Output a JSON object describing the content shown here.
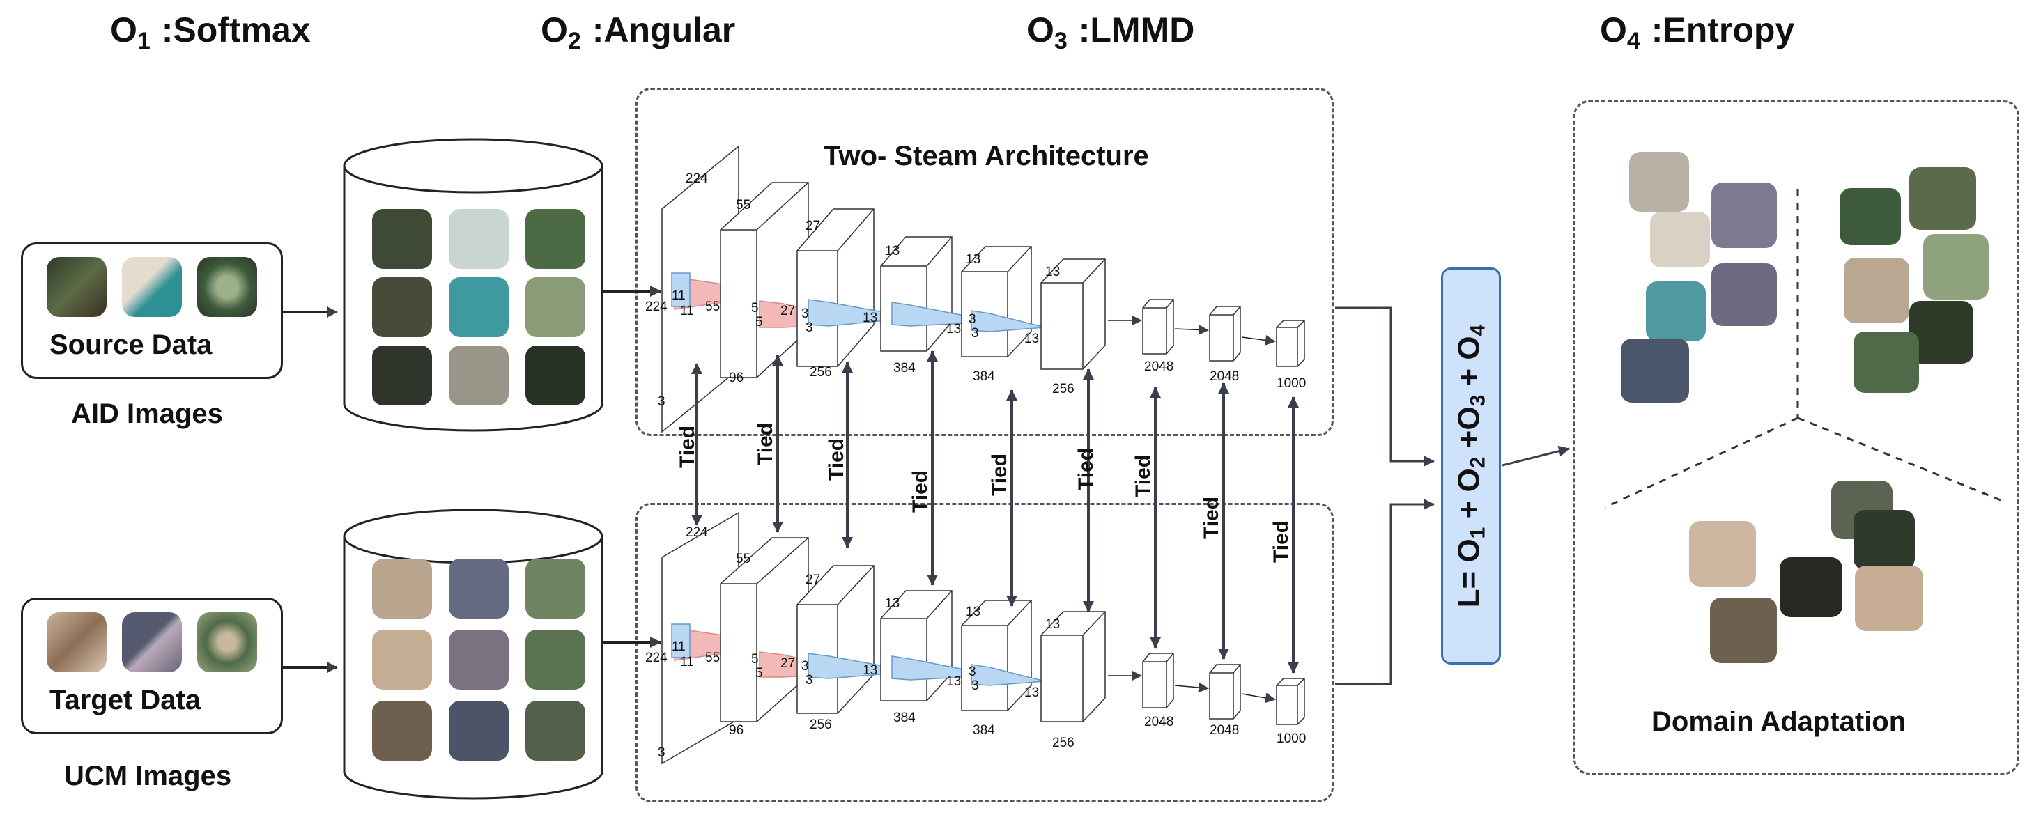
{
  "objectives": [
    {
      "o": "O",
      "sub": "1",
      "name": " :Softmax"
    },
    {
      "o": "O",
      "sub": "2",
      "name": " :Angular"
    },
    {
      "o": "O",
      "sub": "3",
      "name": " :LMMD"
    },
    {
      "o": "O",
      "sub": "4",
      "name": " :Entropy"
    }
  ],
  "source": {
    "box_label": "Source Data",
    "caption": "AID Images"
  },
  "target": {
    "box_label": "Target Data",
    "caption": "UCM Images"
  },
  "architecture": {
    "title": "Two- Steam  Architecture"
  },
  "network_labels": {
    "input_top": "224",
    "input_side": "224",
    "input_depth": "3",
    "k1a": "11",
    "k1b": "11",
    "k1c": "55",
    "c1_top": "55",
    "c1_depth": "96",
    "k2a": "5",
    "k2b": "5",
    "k2c": "27",
    "c2_top": "27",
    "c2_depth": "256",
    "k3a": "3",
    "k3b": "3",
    "k3c": "13",
    "c3_top": "13",
    "c3_depth": "384",
    "k4a": "3",
    "k4b": "3",
    "k4c": "13",
    "c4_top": "13",
    "c4_depth": "384",
    "k5": "13",
    "c5_top": "13",
    "c5_depth": "256",
    "fc6": "2048",
    "fc7": "2048",
    "fc8": "1000"
  },
  "tied_label": "Tied",
  "loss": {
    "L": "L= O",
    "s1": "1",
    "p1": " + O",
    "s2": "2",
    "p2": " +O",
    "s3": "3",
    "p3": " + O",
    "s4": "4"
  },
  "domain_adaptation": {
    "label": "Domain Adaptation"
  },
  "colors": {
    "loss_fill": "#cfe2fb",
    "loss_border": "#3b6fb3",
    "arrow": "#3a3f4b",
    "kernel_red": "#f3b9b9",
    "kernel_blue": "#b9d6f3"
  },
  "image_palettes": {
    "forest": [
      "#2f3a2a",
      "#5b6b45"
    ],
    "beach": [
      "#dcd3c4",
      "#2e8f95"
    ],
    "farm": [
      "#3d5a3a",
      "#9db08a"
    ],
    "desert": [
      "#c9b39a",
      "#8c6e55"
    ],
    "river": [
      "#555a70",
      "#b9a9b8"
    ],
    "field": [
      "#4f6a48",
      "#95a57d"
    ],
    "dark": [
      "#272b25",
      "#4a5040"
    ]
  }
}
